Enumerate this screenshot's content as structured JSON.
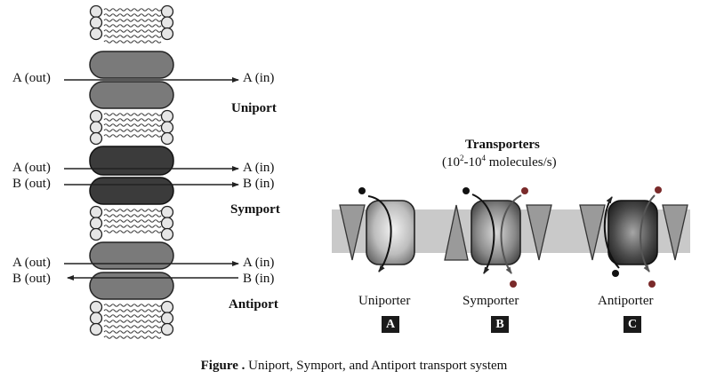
{
  "membrane": {
    "uniport": {
      "title": "Uniport",
      "a_out": "A (out)",
      "a_in": "A (in)"
    },
    "symport": {
      "title": "Symport",
      "a_out": "A (out)",
      "a_in": "A (in)",
      "b_out": "B (out)",
      "b_in": "B (in)"
    },
    "antiport": {
      "title": "Antiport",
      "a_out": "A (out)",
      "a_in": "A (in)",
      "b_out": "B (out)",
      "b_in": "B (in)"
    }
  },
  "transporters": {
    "title": "Transporters",
    "rate_prefix": "(10",
    "rate_exp1": "2",
    "rate_mid": "-10",
    "rate_exp2": "4",
    "rate_suffix": " molecules/s)",
    "items": [
      {
        "name": "Uniporter",
        "letter": "A"
      },
      {
        "name": "Symporter",
        "letter": "B"
      },
      {
        "name": "Antiporter",
        "letter": "C"
      }
    ]
  },
  "caption": {
    "label": "Figure",
    "number": " . ",
    "text": "Uniport,  Symport, and Antiport transport system"
  },
  "colors": {
    "protein_dark": "#3a3a3a",
    "protein_mid": "#7d7d7d",
    "membrane_band": "#c9c9c9",
    "triangle": "#999999"
  }
}
